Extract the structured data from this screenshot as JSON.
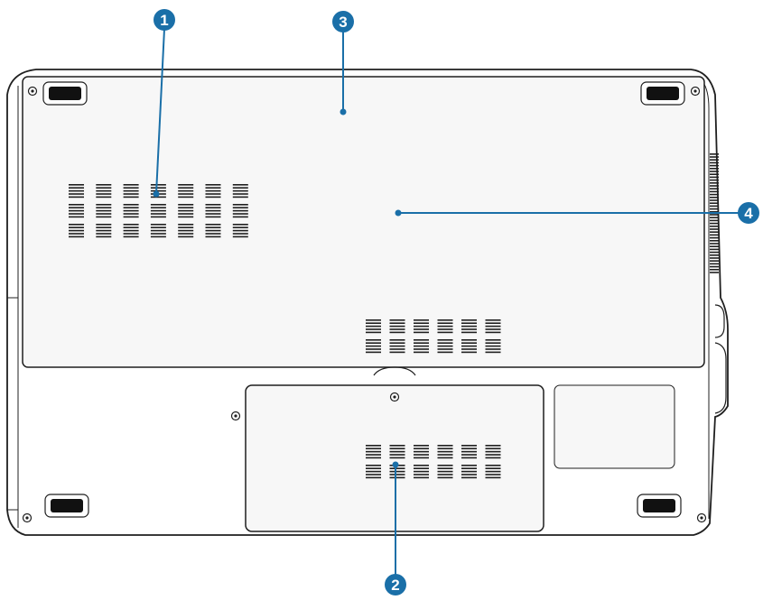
{
  "colors": {
    "callout": "#1a6fa8",
    "outline": "#1f1f1f",
    "panel_fill": "#f7f7f7",
    "case_fill": "#ffffff"
  },
  "callouts": [
    {
      "number": "1",
      "target": "left-vent-grille"
    },
    {
      "number": "2",
      "target": "hdd-compartment-vents"
    },
    {
      "number": "3",
      "target": "battery-pack-area"
    },
    {
      "number": "4",
      "target": "main-panel-area"
    }
  ]
}
